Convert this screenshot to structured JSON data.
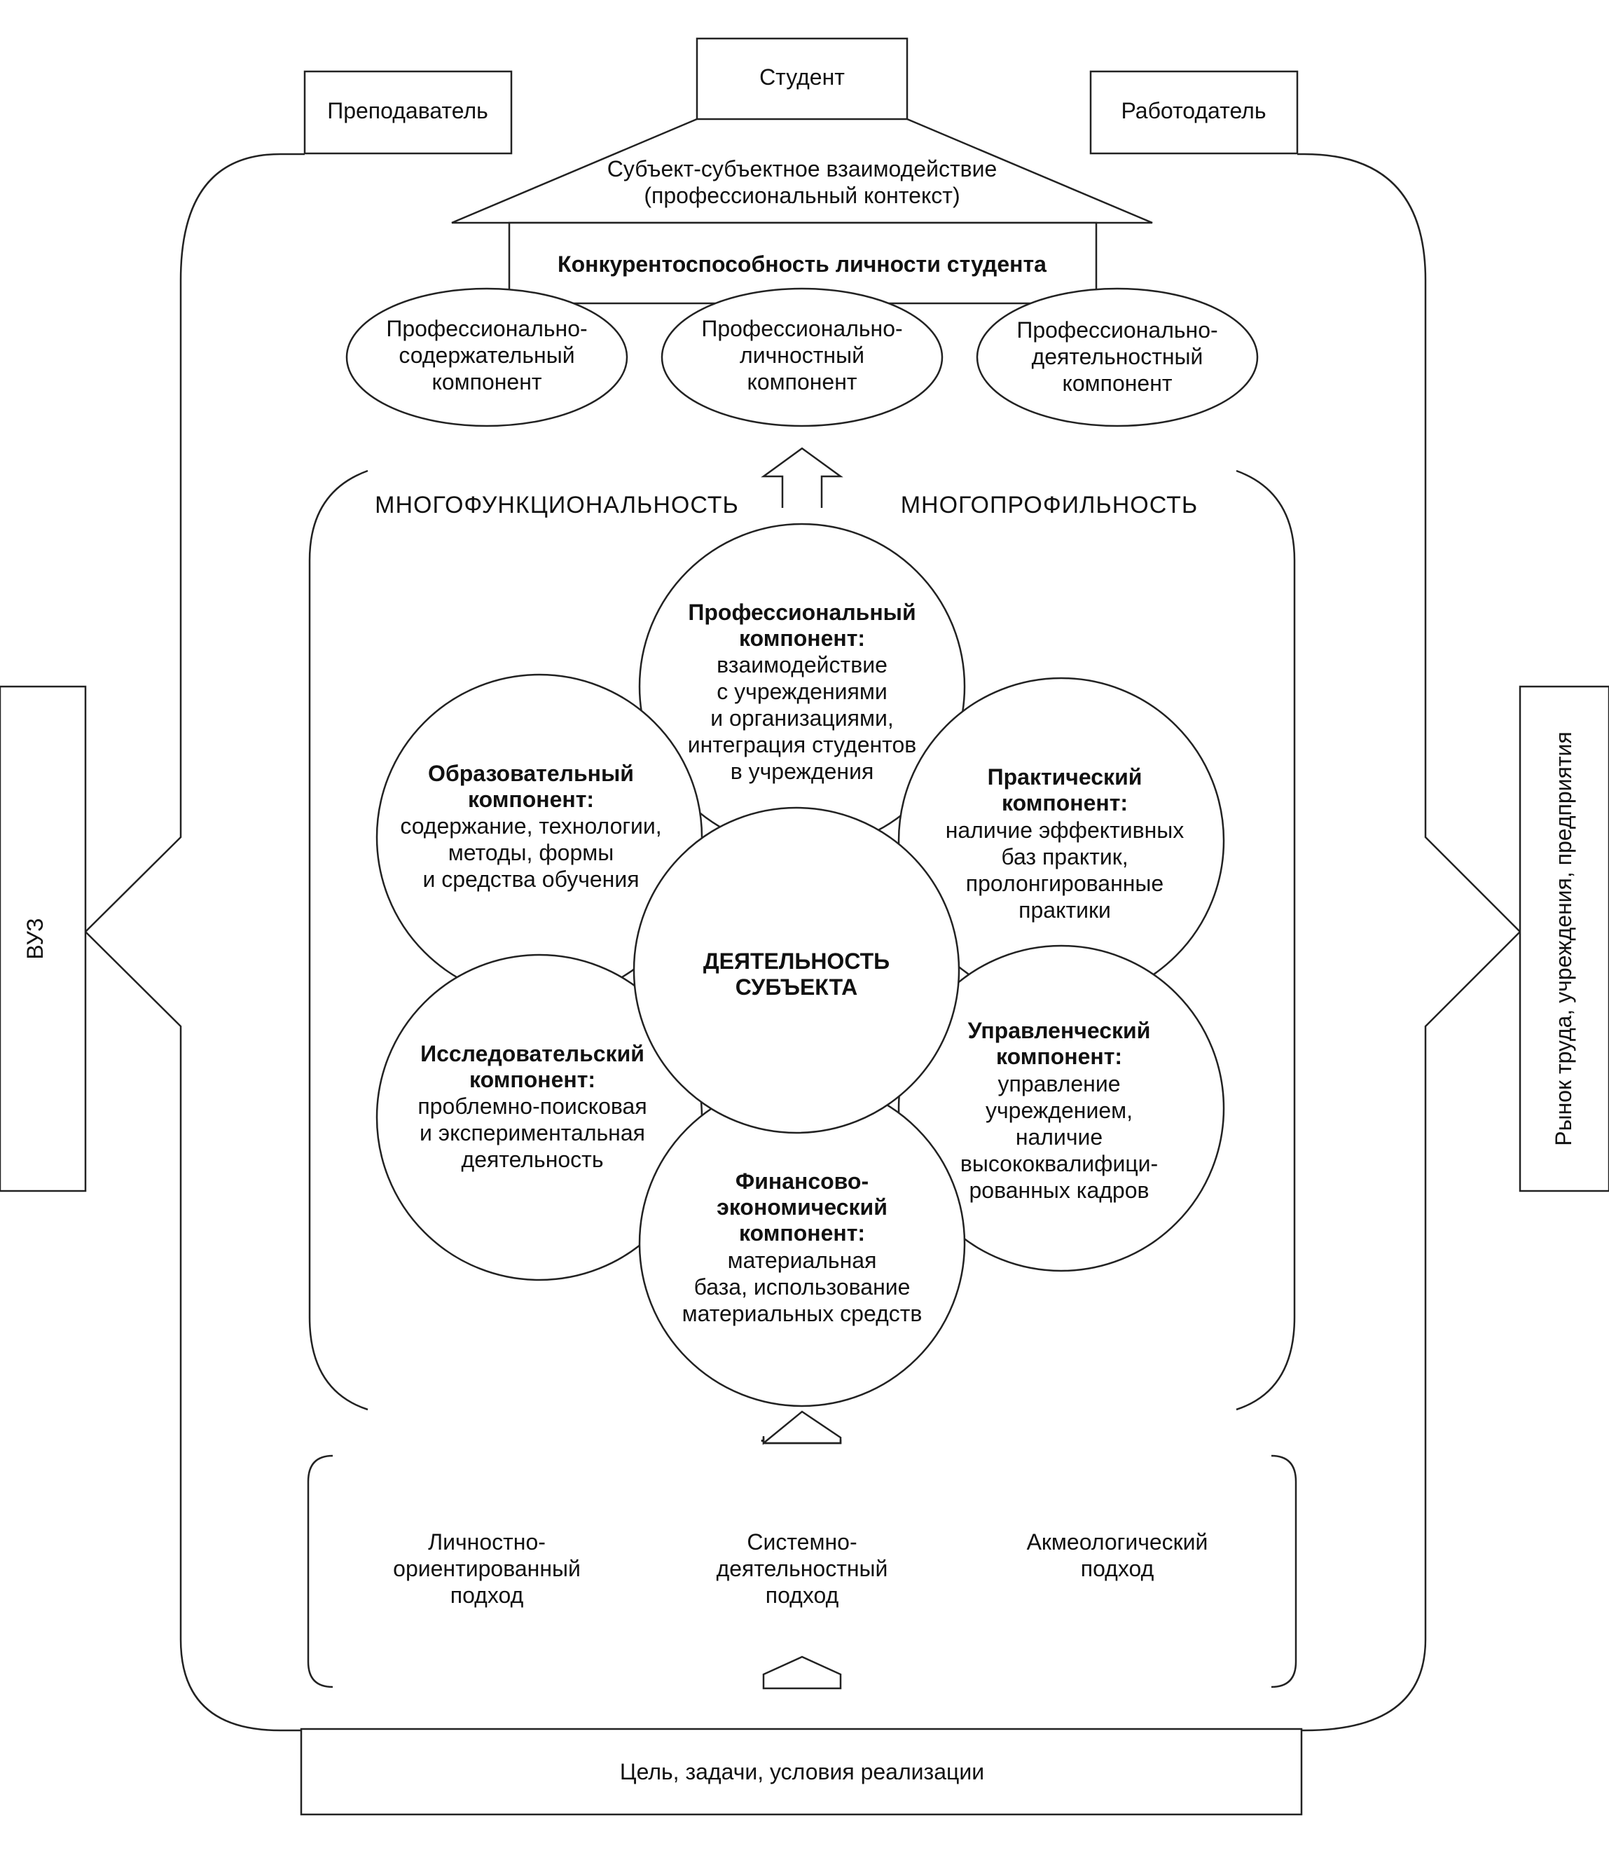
{
  "actors": {
    "student": "Студент",
    "teacher": "Преподаватель",
    "employer": "Работодатель"
  },
  "roof": {
    "line1": "Субъект-субъектное взаимодействие",
    "line2": "(профессиональный контекст)"
  },
  "competitiveness": "Конкурентоспособность личности студента",
  "top_components": [
    [
      "Профессионально-",
      "содержательный",
      "компонент"
    ],
    [
      "Профессионально-",
      "личностный",
      "компонент"
    ],
    [
      "Профессионально-",
      "деятельностный",
      "компонент"
    ]
  ],
  "side_labels": {
    "left": "ВУЗ",
    "right": "Рынок труда, учреждения, предприятия"
  },
  "middle_labels": {
    "left": "МНОГОФУНКЦИОНАЛЬНОСТЬ",
    "right": "МНОГОПРОФИЛЬНОСТЬ"
  },
  "center": [
    "ДЕЯТЕЛЬНОСТЬ",
    "СУБЪЕКТА"
  ],
  "petals": {
    "professional": {
      "title": [
        "Профессиональный",
        "компонент:"
      ],
      "text": [
        "взаимодействие",
        "с учреждениями",
        "и организациями,",
        "интеграция студентов",
        "в учреждения"
      ]
    },
    "practical": {
      "title": [
        "Практический",
        "компонент:"
      ],
      "text": [
        "наличие эффективных",
        "баз практик,",
        "пролонгированные",
        "практики"
      ]
    },
    "managerial": {
      "title": [
        "Управленческий",
        "компонент:"
      ],
      "text": [
        "управление",
        "учреждением,",
        "наличие",
        "высококвалифици-",
        "рованных кадров"
      ]
    },
    "financial": {
      "title": [
        "Финансово-",
        "экономический",
        "компонент:"
      ],
      "text": [
        "материальная",
        "база, использование",
        "материальных средств"
      ]
    },
    "research": {
      "title": [
        "Исследовательский",
        "компонент:"
      ],
      "text": [
        "проблемно-поисковая",
        "и экспериментальная",
        "деятельность"
      ]
    },
    "educational": {
      "title": [
        "Образовательный",
        "компонент:"
      ],
      "text": [
        "содержание, технологии,",
        "методы, формы",
        "и средства обучения"
      ]
    }
  },
  "approaches": [
    [
      "Личностно-",
      "ориентированный",
      "подход"
    ],
    [
      "Системно-",
      "деятельностный",
      "подход"
    ],
    [
      "Акмеологический",
      "подход"
    ]
  ],
  "base": "Цель, задачи, условия реализации"
}
